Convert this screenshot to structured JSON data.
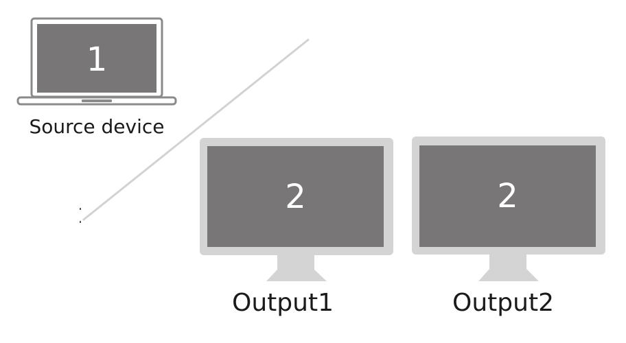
{
  "source": {
    "screen_label": "1",
    "caption": "Source device",
    "icon": "laptop-icon"
  },
  "outputs": [
    {
      "screen_label": "2",
      "caption": "Output1",
      "icon": "monitor-icon"
    },
    {
      "screen_label": "2",
      "caption": "Output2",
      "icon": "monitor-icon"
    }
  ],
  "colors": {
    "screen_fill": "#787676",
    "laptop_frame": "#8a8a8a",
    "monitor_frame": "#d4d4d4",
    "connector_line": "#d2d2d2",
    "caption_text": "#1a1a1a"
  }
}
